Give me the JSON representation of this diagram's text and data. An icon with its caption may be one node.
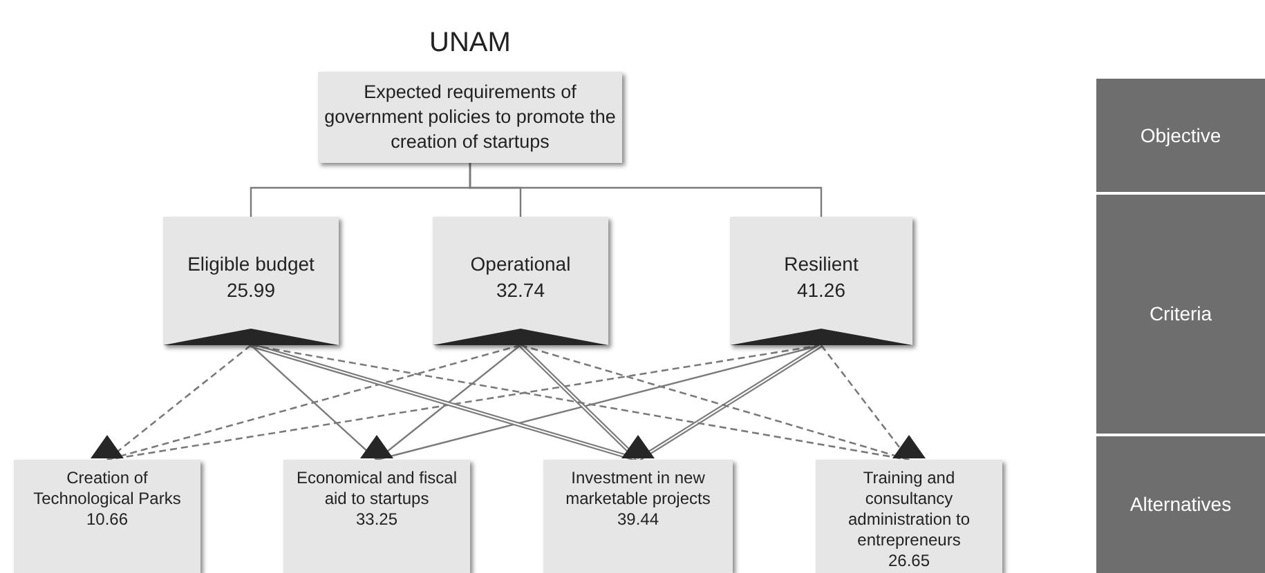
{
  "diagram": {
    "title": "UNAM",
    "nodes": [
      {
        "text": [
          "Expected requirements of government policies to promote the creation of startups"
        ]
      },
      {
        "text": [
          "Eligible budget",
          "25.99"
        ]
      },
      {
        "text": [
          "Operational",
          "32.74"
        ]
      },
      {
        "text": [
          "Resilient",
          "41.26"
        ]
      },
      {
        "text": [
          "Creation of Technological Parks",
          "10.66"
        ]
      },
      {
        "text": [
          "Economical and fiscal aid to startups",
          "33.25"
        ]
      },
      {
        "text": [
          "Investment in new marketable projects",
          "39.44"
        ]
      },
      {
        "text": [
          "Training and consultancy administration to entrepreneurs",
          "26.65"
        ]
      },
      {
        "text": [
          "Objective"
        ]
      },
      {
        "text": [
          "Criteria"
        ]
      },
      {
        "text": [
          "Alternatives"
        ]
      }
    ],
    "edges": [
      {
        "from": 0,
        "to": 1,
        "arrow": "none"
      },
      {
        "from": 0,
        "to": 2,
        "arrow": "none"
      },
      {
        "from": 0,
        "to": 3,
        "arrow": "none"
      },
      {
        "from": 1,
        "to": 4,
        "arrow": "none",
        "style": "dashed"
      },
      {
        "from": 2,
        "to": 4,
        "arrow": "none",
        "style": "dashed"
      },
      {
        "from": 3,
        "to": 4,
        "arrow": "none",
        "style": "dashed"
      },
      {
        "from": 1,
        "to": 5,
        "arrow": "none"
      },
      {
        "from": 2,
        "to": 5,
        "arrow": "none"
      },
      {
        "from": 3,
        "to": 5,
        "arrow": "none"
      },
      {
        "from": 1,
        "to": 6,
        "arrow": "none",
        "style": "thick"
      },
      {
        "from": 2,
        "to": 6,
        "arrow": "none",
        "style": "thick"
      },
      {
        "from": 3,
        "to": 6,
        "arrow": "none",
        "style": "thick"
      },
      {
        "from": 1,
        "to": 7,
        "arrow": "none",
        "style": "dashed"
      },
      {
        "from": 2,
        "to": 7,
        "arrow": "none",
        "style": "dashed"
      },
      {
        "from": 3,
        "to": 7,
        "arrow": "none",
        "style": "dashed"
      }
    ]
  }
}
